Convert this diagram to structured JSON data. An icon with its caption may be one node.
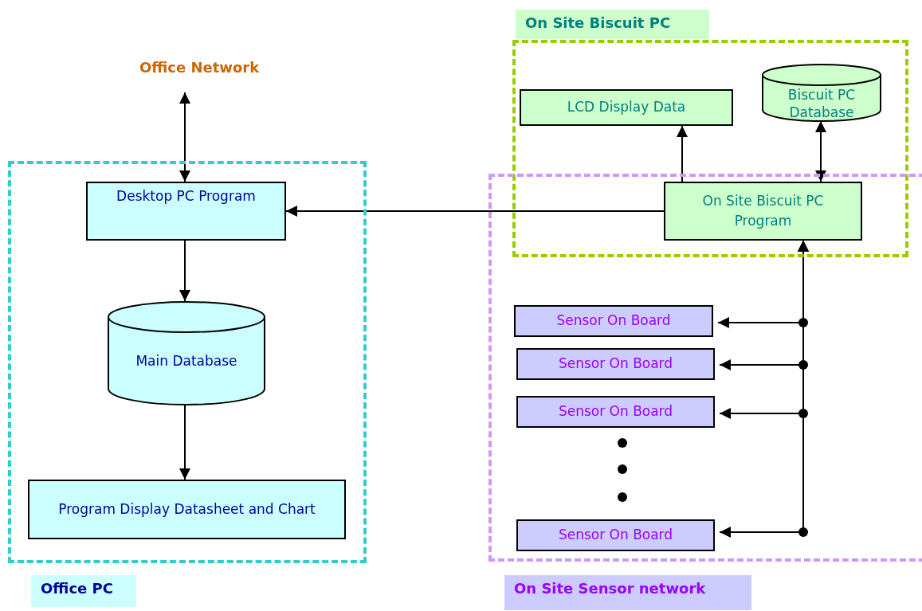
{
  "diagram": {
    "nodes": [
      {
        "text": [
          "Office PC"
        ]
      },
      {
        "text": [
          "Office Network"
        ]
      },
      {
        "text": [
          "Desktop PC Program"
        ],
        "in": 0
      },
      {
        "text": [
          "Main Database"
        ],
        "in": 0
      },
      {
        "text": [
          "Program Display Datasheet and Chart"
        ],
        "in": 0
      },
      {
        "text": [
          "On Site Biscuit PC"
        ]
      },
      {
        "text": [
          "LCD Display Data"
        ],
        "in": 5
      },
      {
        "text": [
          "Biscuit PC Database"
        ],
        "in": 5
      },
      {
        "text": [
          "On Site Sensor network"
        ]
      },
      {
        "text": [
          "On Site Biscuit PC Program"
        ]
      },
      {
        "text": [
          "Sensor On Board"
        ],
        "in": 8
      },
      {
        "text": [
          "Sensor On Board"
        ],
        "in": 8
      },
      {
        "text": [
          "Sensor On Board"
        ],
        "in": 8
      },
      {
        "text": [
          "Sensor On Board"
        ],
        "in": 8
      }
    ],
    "edges": [
      {
        "from": 1,
        "to": 2,
        "arrow": "both"
      },
      {
        "from": 9,
        "to": 2,
        "arrow": "to"
      },
      {
        "from": 2,
        "to": 3,
        "arrow": "to"
      },
      {
        "from": 3,
        "to": 4,
        "arrow": "to"
      },
      {
        "from": 9,
        "to": 6,
        "arrow": "to"
      },
      {
        "from": 9,
        "to": 7,
        "arrow": "both"
      },
      {
        "from": 9,
        "to": 10,
        "arrow": "both"
      },
      {
        "from": 9,
        "to": 11,
        "arrow": "both"
      },
      {
        "from": 9,
        "to": 12,
        "arrow": "both"
      },
      {
        "from": 9,
        "to": 13,
        "arrow": "both"
      }
    ]
  }
}
